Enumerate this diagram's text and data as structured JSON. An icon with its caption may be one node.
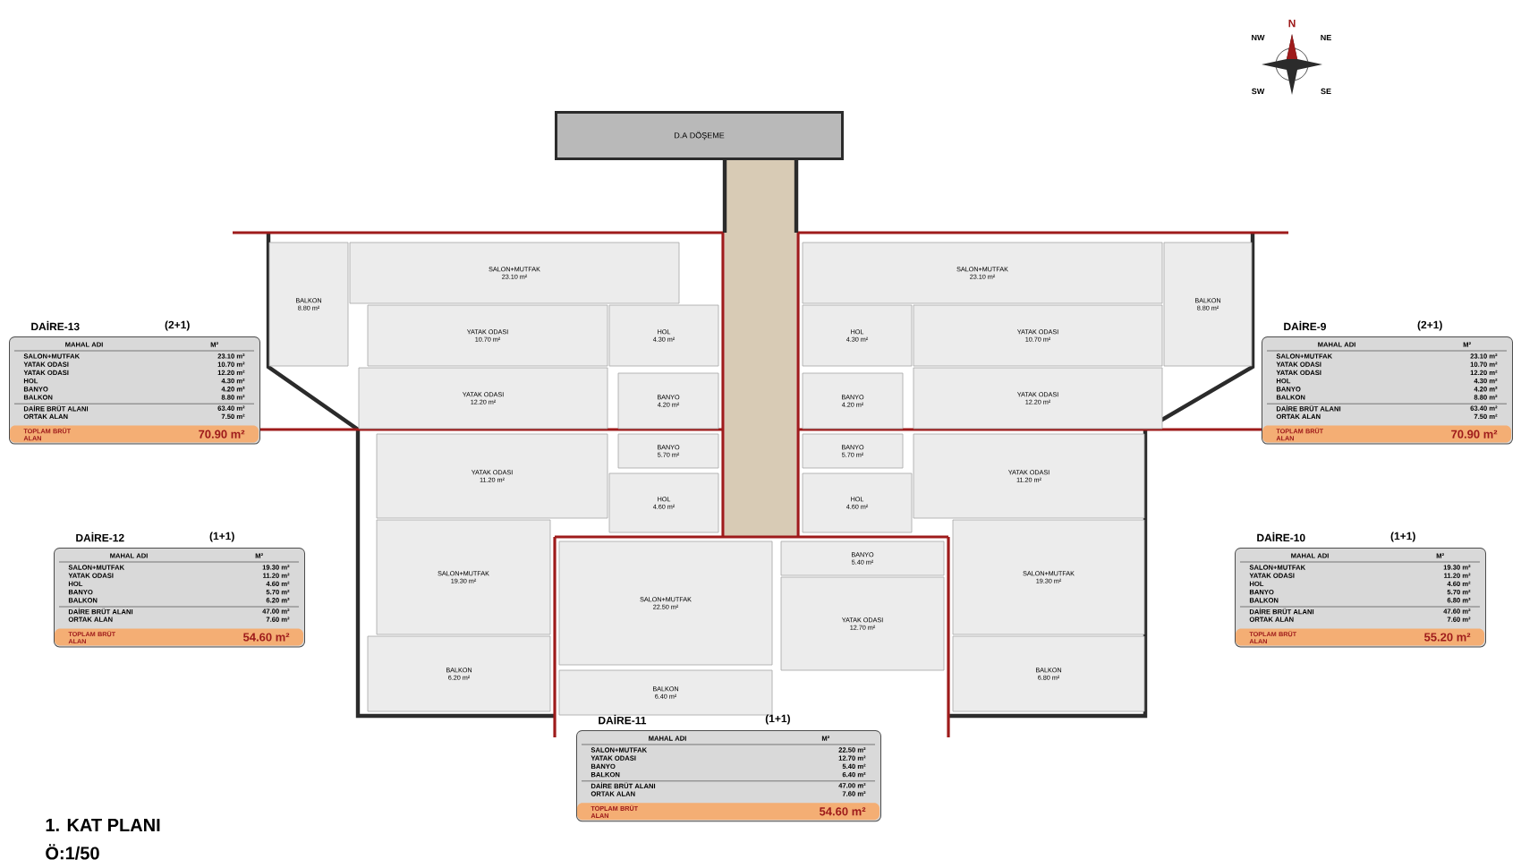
{
  "diagram": {
    "nodes": [
      {
        "text": [
          "D.A DÖŞEME"
        ]
      },
      {
        "text": [
          "BALKON",
          "8.80 m²"
        ]
      },
      {
        "text": [
          "SALON+MUTFAK",
          "23.10 m²"
        ]
      },
      {
        "text": [
          "YATAK ODASI",
          "10.70 m²"
        ]
      },
      {
        "text": [
          "HOL",
          "4.30 m²"
        ]
      },
      {
        "text": [
          "YATAK ODASI",
          "12.20 m²"
        ]
      },
      {
        "text": [
          "BANYO",
          "4.20 m²"
        ]
      },
      {
        "text": [
          "SALON+MUTFAK",
          "23.10 m²"
        ]
      },
      {
        "text": [
          "BALKON",
          "8.80 m²"
        ]
      },
      {
        "text": [
          "HOL",
          "4.30 m²"
        ]
      },
      {
        "text": [
          "YATAK ODASI",
          "10.70 m²"
        ]
      },
      {
        "text": [
          "BANYO",
          "4.20 m²"
        ]
      },
      {
        "text": [
          "YATAK ODASI",
          "12.20 m²"
        ]
      },
      {
        "text": [
          "BANYO",
          "5.70 m²"
        ]
      },
      {
        "text": [
          "YATAK ODASI",
          "11.20 m²"
        ]
      },
      {
        "text": [
          "HOL",
          "4.60 m²"
        ]
      },
      {
        "text": [
          "SALON+MUTFAK",
          "19.30 m²"
        ]
      },
      {
        "text": [
          "BALKON",
          "6.20 m²"
        ]
      },
      {
        "text": [
          "BANYO",
          "5.70 m²"
        ]
      },
      {
        "text": [
          "YATAK ODASI",
          "11.20 m²"
        ]
      },
      {
        "text": [
          "HOL",
          "4.60 m²"
        ]
      },
      {
        "text": [
          "SALON+MUTFAK",
          "19.30 m²"
        ]
      },
      {
        "text": [
          "BALKON",
          "6.80 m²"
        ]
      },
      {
        "text": [
          "SALON+MUTFAK",
          "22.50 m²"
        ]
      },
      {
        "text": [
          "BANYO",
          "5.40 m²"
        ]
      },
      {
        "text": [
          "YATAK ODASI",
          "12.70 m²"
        ]
      },
      {
        "text": [
          "BALKON",
          "6.40 m²"
        ]
      },
      {
        "text": [
          "DAİRE-13",
          "(2+1)",
          "MAHAL ADI",
          "M²",
          "SALON+MUTFAK",
          "23.10 m²",
          "YATAK ODASI",
          "10.70 m²",
          "YATAK ODASI",
          "12.20 m²",
          "HOL",
          "4.30 m²",
          "BANYO",
          "4.20 m²",
          "BALKON",
          "8.80 m²",
          "DAİRE BRÜT ALANI",
          "63.40 m²",
          "ORTAK ALAN",
          "7.50 m²",
          "TOPLAM BRÜT ALAN",
          "70.90 m²"
        ]
      },
      {
        "text": [
          "DAİRE-9",
          "(2+1)",
          "MAHAL ADI",
          "M²",
          "SALON+MUTFAK",
          "23.10 m²",
          "YATAK ODASI",
          "10.70 m²",
          "YATAK ODASI",
          "12.20 m²",
          "HOL",
          "4.30 m²",
          "BANYO",
          "4.20 m²",
          "BALKON",
          "8.80 m²",
          "DAİRE BRÜT ALANI",
          "63.40 m²",
          "ORTAK ALAN",
          "7.50 m²",
          "TOPLAM BRÜT ALAN",
          "70.90 m²"
        ]
      },
      {
        "text": [
          "DAİRE-12",
          "(1+1)",
          "MAHAL ADI",
          "M²",
          "SALON+MUTFAK",
          "19.30 m²",
          "YATAK ODASI",
          "11.20 m²",
          "HOL",
          "4.60 m²",
          "BANYO",
          "5.70 m²",
          "BALKON",
          "6.20 m²",
          "DAİRE BRÜT ALANI",
          "47.00 m²",
          "ORTAK ALAN",
          "7.60 m²",
          "TOPLAM BRÜT ALAN",
          "54.60 m²"
        ]
      },
      {
        "text": [
          "DAİRE-10",
          "(1+1)",
          "MAHAL ADI",
          "M²",
          "SALON+MUTFAK",
          "19.30 m²",
          "YATAK ODASI",
          "11.20 m²",
          "HOL",
          "4.60 m²",
          "BANYO",
          "5.70 m²",
          "BALKON",
          "6.80 m²",
          "DAİRE BRÜT ALANI",
          "47.60 m²",
          "ORTAK ALAN",
          "7.60 m²",
          "TOPLAM BRÜT ALAN",
          "55.20 m²"
        ]
      },
      {
        "text": [
          "DAİRE-11",
          "(1+1)",
          "MAHAL ADI",
          "M²",
          "SALON+MUTFAK",
          "22.50 m²",
          "YATAK ODASI",
          "12.70 m²",
          "BANYO",
          "5.40 m²",
          "BALKON",
          "6.40 m²",
          "DAİRE BRÜT ALANI",
          "47.00 m²",
          "ORTAK ALAN",
          "7.60 m²",
          "TOPLAM BRÜT ALAN",
          "54.60 m²"
        ]
      }
    ],
    "labels": [
      "1. KAT PLANI",
      "Ö:1/50",
      "N",
      "NW",
      "NE",
      "SW",
      "SE"
    ]
  }
}
